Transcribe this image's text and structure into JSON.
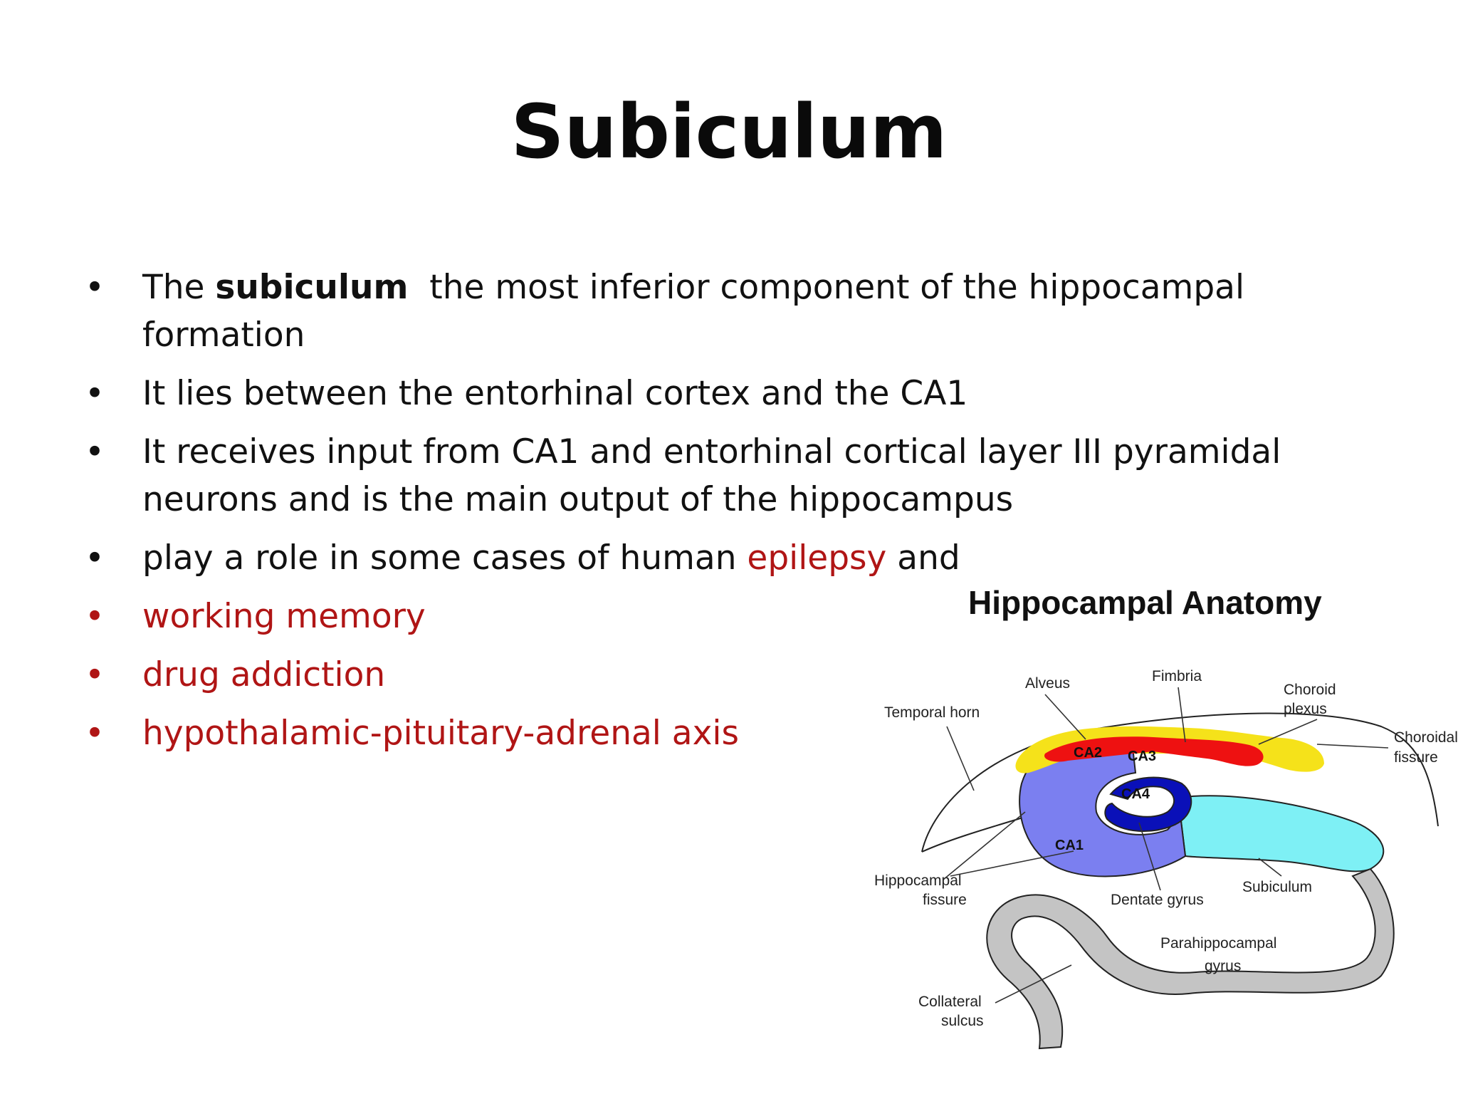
{
  "slide": {
    "title": "Subiculum",
    "bullets": [
      {
        "pre": "The ",
        "bold": "subiculum",
        "post": "  the most inferior component of the hippocampal formation"
      },
      {
        "text": "It lies between the entorhinal cortex and the CA1"
      },
      {
        "text": "It receives input from CA1 and entorhinal cortical layer III pyramidal neurons and is the main output of the hippocampus"
      },
      {
        "pre": "play a role in some cases of human ",
        "red": "epilepsy",
        "post": " and"
      },
      {
        "text": "working memory"
      },
      {
        "text": "drug addiction"
      },
      {
        "text": "hypothalamic-pituitary-adrenal axis"
      }
    ],
    "bullet_glyph": "•",
    "accent_color": "#b01515"
  },
  "diagram": {
    "title": "Hippocampal Anatomy",
    "labels": {
      "alveus": "Alveus",
      "fimbria": "Fimbria",
      "choroid_plexus_1": "Choroid",
      "choroid_plexus_2": "plexus",
      "temporal_horn": "Temporal horn",
      "choroidal_fissure_1": "Choroidal",
      "choroidal_fissure_2": "fissure",
      "ca1": "CA1",
      "ca2": "CA2",
      "ca3": "CA3",
      "ca4": "CA4",
      "hippocampal_fissure_1": "Hippocampal",
      "hippocampal_fissure_2": "fissure",
      "dentate_gyrus": "Dentate gyrus",
      "subiculum": "Subiculum",
      "parahippocampal_gyrus_1": "Parahippocampal",
      "parahippocampal_gyrus_2": "gyrus",
      "collateral_sulcus_1": "Collateral",
      "collateral_sulcus_2": "sulcus"
    },
    "colors": {
      "ca_fields": "#7b7ff0",
      "dentate": "#0a10b8",
      "fimbria": "#ee1111",
      "choroid_plexus": "#f5e21a",
      "subiculum": "#7ef0f5",
      "parahippocampal": "#c4c4c4"
    }
  }
}
